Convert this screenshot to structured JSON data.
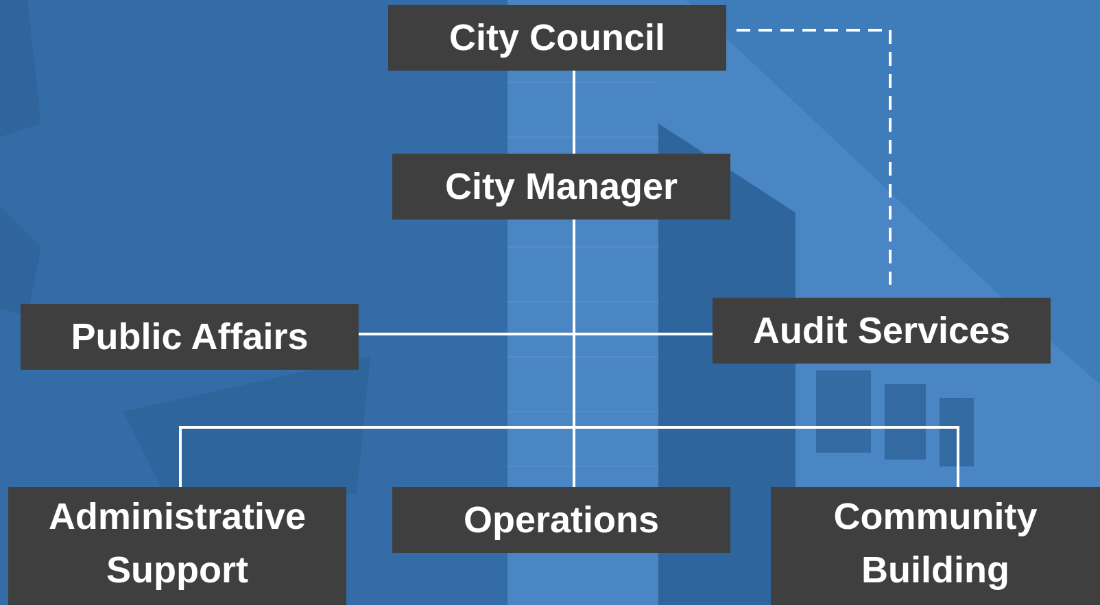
{
  "org_chart": {
    "nodes": {
      "city_council": "City Council",
      "city_manager": "City Manager",
      "public_affairs": "Public Affairs",
      "audit_services": "Audit Services",
      "administrative_support": [
        "Administrative",
        "Support"
      ],
      "operations": "Operations",
      "community_building": [
        "Community",
        "Building"
      ]
    },
    "links": [
      {
        "from": "City Council",
        "to": "City Manager",
        "style": "solid"
      },
      {
        "from": "City Manager",
        "to": "Public Affairs",
        "style": "solid"
      },
      {
        "from": "City Manager",
        "to": "Audit Services",
        "style": "solid"
      },
      {
        "from": "City Council",
        "to": "Audit Services",
        "style": "dashed"
      },
      {
        "from": "City Manager",
        "to": "Administrative Support",
        "style": "solid"
      },
      {
        "from": "City Manager",
        "to": "Operations",
        "style": "solid"
      },
      {
        "from": "City Manager",
        "to": "Community Building",
        "style": "solid"
      }
    ]
  },
  "colors": {
    "background": "#3b77b3",
    "node_fill": "#3f3f3f",
    "node_text": "#ffffff",
    "connector": "#ffffff"
  }
}
